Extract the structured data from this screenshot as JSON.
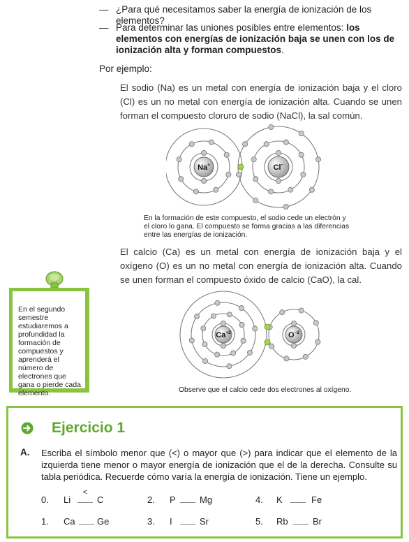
{
  "bullets": [
    {
      "dash": "—",
      "text": "¿Para qué necesitamos saber la energía de ionización de los elementos?"
    },
    {
      "dash": "—",
      "text_plain": "Para determinar las uniones posibles entre elementos: ",
      "text_bold": "los elementos con energías de ionización baja se unen con los de ionización alta y forman compuestos",
      "text_end": "."
    }
  ],
  "por_ejemplo": "Por ejemplo:",
  "paragraph1": "El sodio (Na) es un metal con energía de ionización baja y el cloro (Cl) es un no metal con energía de ionización alta. Cuando se unen forman el compuesto cloruro de sodio (NaCl), la sal común.",
  "diagram1": {
    "left_label": "Na",
    "left_charge": "+",
    "right_label": "Cl",
    "right_charge": "−"
  },
  "caption1": "En la formación de este compuesto, el sodio cede un electrón y el cloro lo gana. El compuesto se forma gracias a las diferencias entre las energías de ionización.",
  "paragraph2": "El calcio (Ca) es un metal con energía de ionización baja y el oxígeno (O) es un no metal con energía de ionización alta. Cuando se unen forman el compuesto óxido de calcio (CaO), la cal.",
  "diagram2": {
    "left_label": "Ca",
    "left_charge": "+2",
    "right_label": "O",
    "right_charge": "−2"
  },
  "caption2": "Observe que el calcio cede dos electrones al oxígeno.",
  "note": "En el segundo semestre estudiaremos a profundidad la formación de compuestos y aprenderá el número de electrones que gana o pierde cada elemento.",
  "colors": {
    "accent": "#8ac43f",
    "accent_dark": "#5da82d",
    "electron_green": "#a8d24a"
  },
  "exercise": {
    "title": "Ejercicio 1",
    "letter": "A.",
    "instruction": "Escriba el símbolo menor que (<) o mayor que (>) para indicar que el elemento de la izquierda tiene menor o mayor energía de ionización que el de la derecha. Consulte su tabla periódica. Recuerde cómo varía la energía de ionización. Tiene un ejemplo.",
    "items": [
      {
        "num": "0.",
        "left": "Li",
        "answer": "<",
        "right": "C"
      },
      {
        "num": "2.",
        "left": "P",
        "answer": "",
        "right": "Mg"
      },
      {
        "num": "4.",
        "left": "K",
        "answer": "",
        "right": "Fe"
      },
      {
        "num": "1.",
        "left": "Ca",
        "answer": "",
        "right": "Ge"
      },
      {
        "num": "3.",
        "left": "I",
        "answer": "",
        "right": "Sr"
      },
      {
        "num": "5.",
        "left": "Rb",
        "answer": "",
        "right": "Br"
      }
    ]
  }
}
